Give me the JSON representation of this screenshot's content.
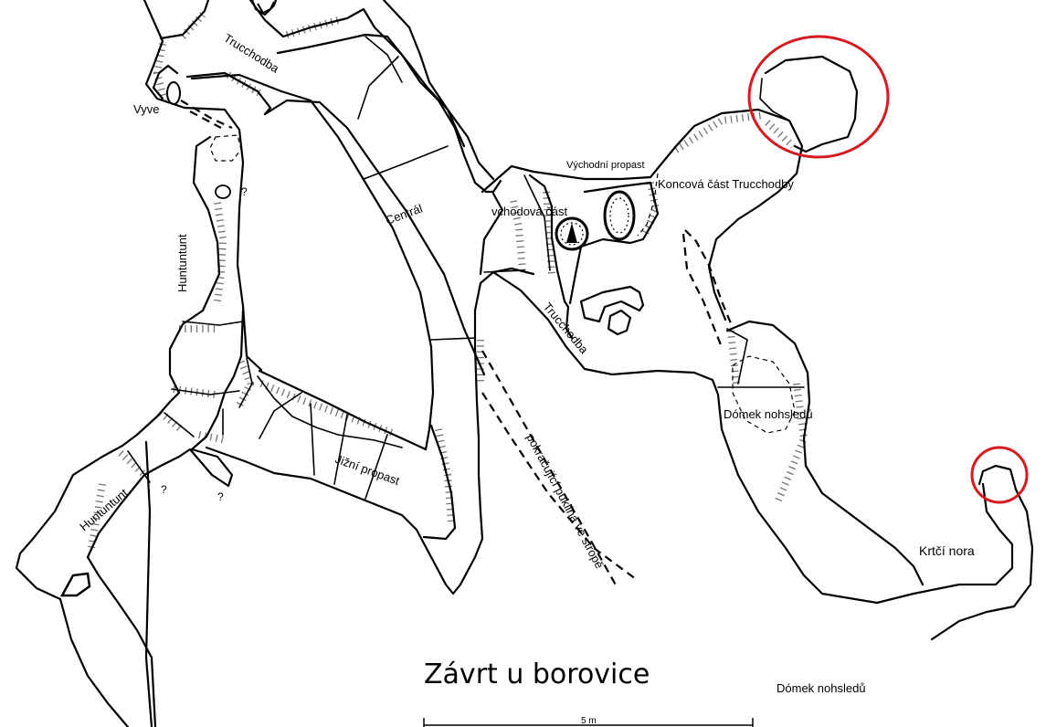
{
  "map": {
    "title": "Závrt u borovice",
    "scale_label": "5 m",
    "passage_labels": {
      "trucchodba_north": "Trucchodba",
      "vyve": "Vyve",
      "huntuntunt_upper": "Huntuntunt",
      "huntuntunt_lower": "Huntuntunt",
      "central": "Centrál",
      "vychodni_propast": "Východní propast",
      "vychodova_cast": "vchodová část",
      "koncova_cast": "Koncová část Trucchodby",
      "trucchodba_south": "Trucchodba",
      "jizni_propast": "Jižní propast",
      "pokracujici_puklina": "pokračující puklina ve stropě",
      "domek_nohsledu_cave": "Dómek nohsledů",
      "krtci_nora": "Krtčí nora",
      "domek_nohsledu_footer": "Dómek nohsledů"
    },
    "question_marks": [
      "?",
      "?",
      "?"
    ],
    "highlight_color": "#d71920"
  }
}
